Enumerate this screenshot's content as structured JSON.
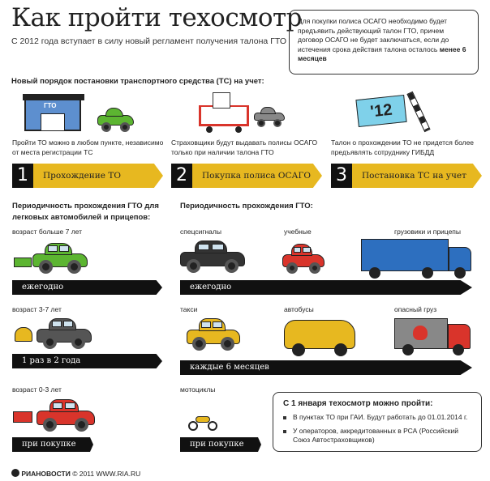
{
  "title": "Как пройти техосмотр",
  "subtitle": "С 2012 года вступает в силу новый регламент получения талона ГТО",
  "note": {
    "text": "Для покупки полиса ОСАГО необходимо будет предъявить действующий талон ГТО, причем договор ОСАГО не будет заключаться, если до истечения срока действия талона осталось",
    "bold": "менее 6 месяцев"
  },
  "order_heading": "Новый порядок постановки транспортного средства (ТС) на учет:",
  "steps": [
    {
      "num": "1",
      "label": "Прохождение ТО",
      "caption": "Пройти ТО можно в любом пункте, независимо от места регистрации ТС",
      "illus_text": "ГТО"
    },
    {
      "num": "2",
      "label": "Покупка полиса ОСАГО",
      "caption": "Страховщики будут выдавать полисы ОСАГО только при наличии талона ГТО"
    },
    {
      "num": "3",
      "label": "Постановка ТС на учет",
      "caption": "Талон о прохождении ТО не придется более предъявлять сотруднику ГИБДД",
      "illus_text": "'12"
    }
  ],
  "left_heading": "Периодичность прохождения ГТО для легковых автомобилей и прицепов:",
  "right_heading": "Периодичность прохождения ГТО:",
  "left_rows": [
    {
      "label": "возраст больше 7 лет",
      "period": "ежегодно"
    },
    {
      "label": "возраст 3-7 лет",
      "period": "1 раз в 2 года"
    },
    {
      "label": "возраст 0-3 лет",
      "period": "при покупке"
    }
  ],
  "right_rows": [
    {
      "labels": [
        "спецсигналы",
        "учебные",
        "грузовики и прицепы"
      ],
      "period": "ежегодно"
    },
    {
      "labels": [
        "такси",
        "автобусы",
        "опасный груз"
      ],
      "period": "каждые 6 месяцев"
    },
    {
      "labels": [
        "мотоциклы"
      ],
      "period": "при покупке"
    }
  ],
  "info": {
    "title": "С 1 января техосмотр можно пройти:",
    "items": [
      "В пунктах ТО при ГАИ. Будут работать до 01.01.2014 г.",
      "У операторов, аккредитованных в РСА (Российский Союз Автостраховщиков)"
    ]
  },
  "footer": {
    "brand": "РИАНОВОСТИ",
    "copyright": "© 2011 WWW.RIA.RU"
  },
  "colors": {
    "yellow": "#e7b820",
    "black": "#111111",
    "green": "#5cb531",
    "red": "#d9342b",
    "blue": "#2d6fbf"
  }
}
